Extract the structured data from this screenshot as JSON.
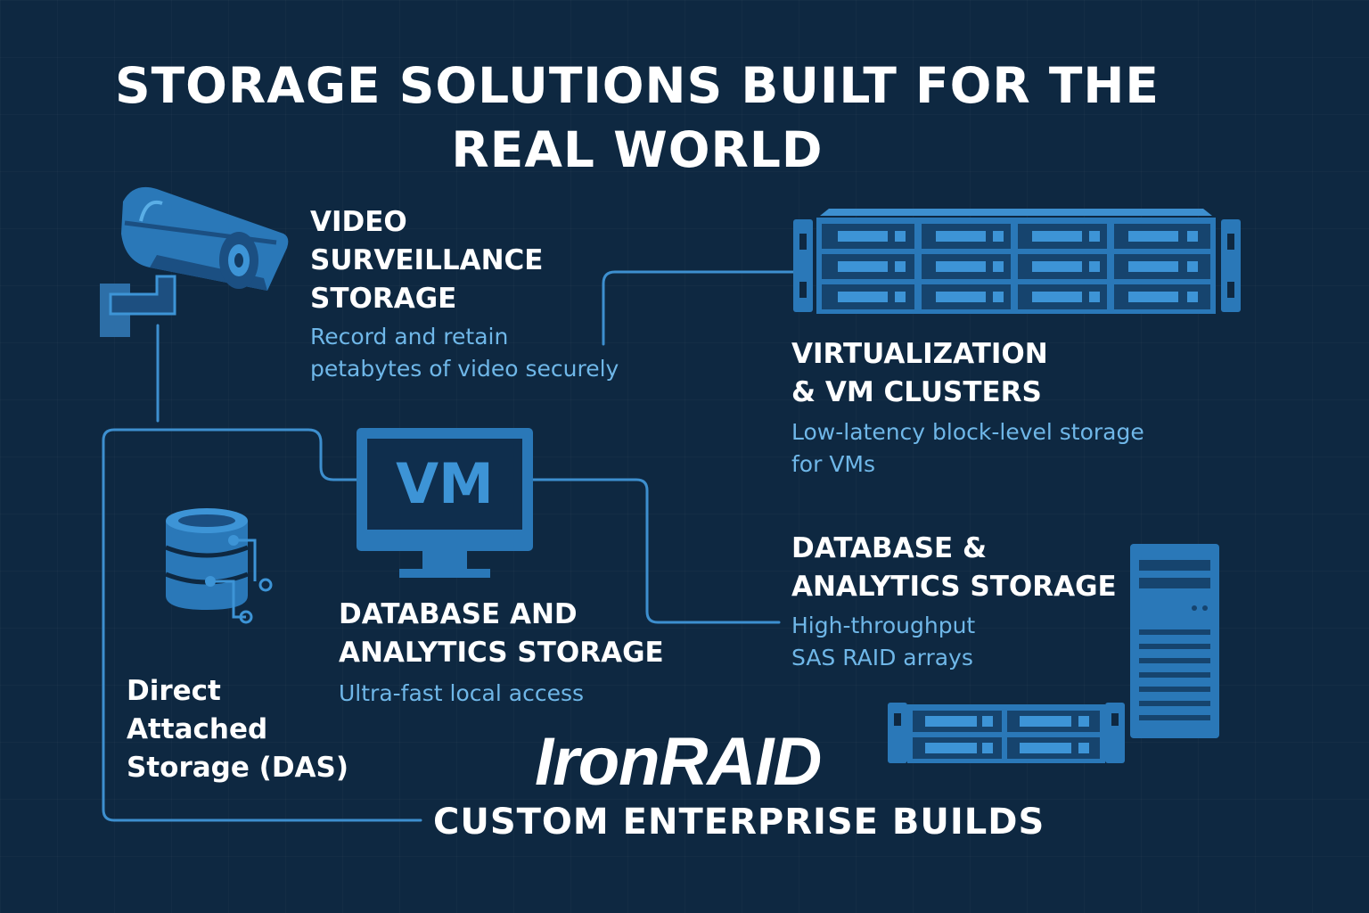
{
  "title": "STORAGE SOLUTIONS BUILT FOR THE\nREAL WORLD",
  "colors": {
    "background": "#0e2841",
    "accent": "#3d94d6",
    "accent_light": "#6fb7e8",
    "text": "#ffffff"
  },
  "sections": {
    "video": {
      "heading": "VIDEO\nSURVEILLANCE\nSTORAGE",
      "desc": "Record and retain\npetabytes of video securely",
      "icon": "security-camera-icon"
    },
    "virtualization": {
      "heading": "VIRTUALIZATION\n& VM CLUSTERS",
      "desc": "Low-latency block-level storage\nfor VMs",
      "icon": "rack-server-icon"
    },
    "database_right": {
      "heading": "DATABASE &\nANALYTICS STORAGE",
      "desc": "High-throughput\nSAS RAID arrays",
      "icon": "tower-server-icon"
    },
    "database_center": {
      "heading": "DATABASE AND\nANALYTICS STORAGE",
      "desc": "Ultra-fast local access",
      "icon": "vm-monitor-icon",
      "monitor_label": "VM"
    },
    "das": {
      "label": "Direct\nAttached\nStorage (DAS)",
      "icon": "database-icon"
    }
  },
  "brand": {
    "name": "IronRAID",
    "tagline": "CUSTOM ENTERPRISE BUILDS"
  }
}
